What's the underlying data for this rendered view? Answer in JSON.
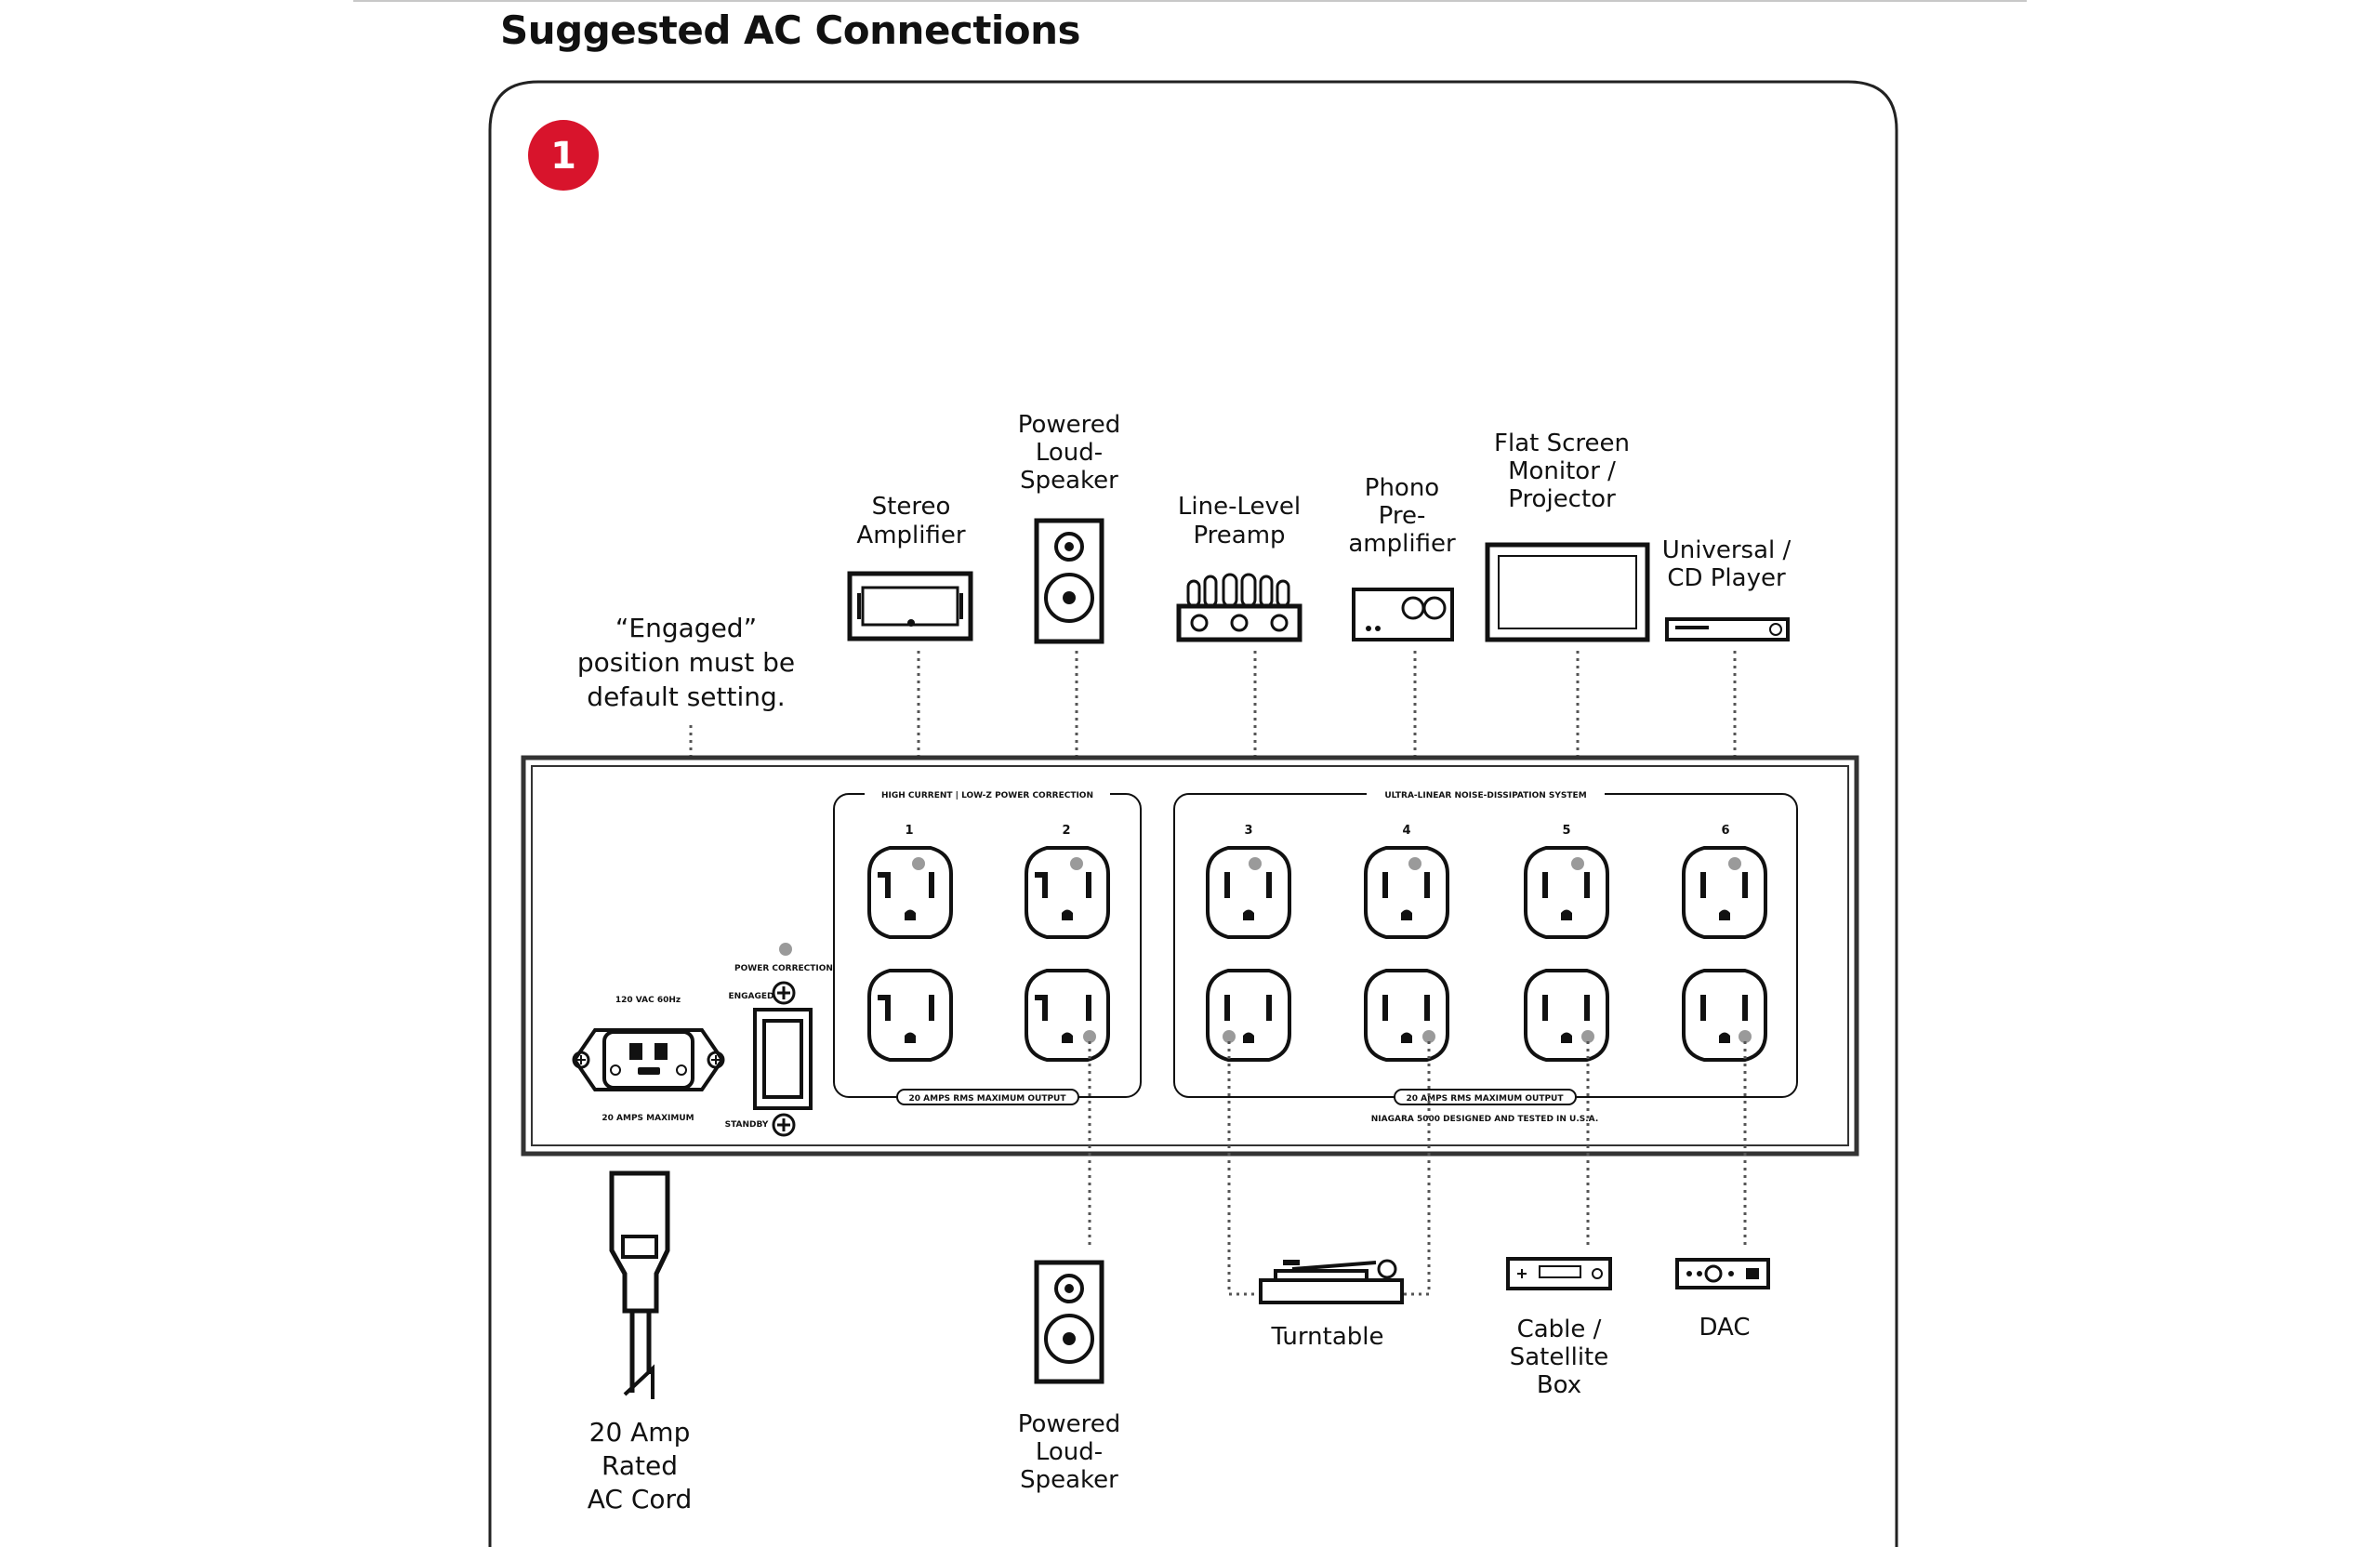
{
  "title": "Suggested AC Connections",
  "step_badge": "1",
  "colors": {
    "badge": "#d8142c",
    "ink": "#111111",
    "panel_border": "#333333",
    "connector_dot": "#9a9a9a"
  },
  "note": {
    "line1": "“Engaged”",
    "line2": "position must be",
    "line3": "default setting."
  },
  "devices_top": {
    "stereo_amplifier": [
      "Stereo",
      "Amplifier"
    ],
    "powered_speaker": [
      "Powered",
      "Loud-",
      "Speaker"
    ],
    "line_level_preamp": [
      "Line-Level",
      "Preamp"
    ],
    "phono_preamp": [
      "Phono",
      "Pre-",
      "amplifier"
    ],
    "flat_screen": [
      "Flat Screen",
      "Monitor /",
      "Projector"
    ],
    "cd_player": [
      "Universal /",
      "CD Player"
    ]
  },
  "devices_bottom": {
    "ac_cord": [
      "20 Amp",
      "Rated",
      "AC Cord"
    ],
    "powered_speaker": [
      "Powered",
      "Loud-",
      "Speaker"
    ],
    "turntable": "Turntable",
    "cable_box": [
      "Cable /",
      "Satellite",
      "Box"
    ],
    "dac": "DAC"
  },
  "panel": {
    "high_current_header": "HIGH CURRENT | LOW-Z POWER CORRECTION",
    "ultra_linear_header": "ULTRA-LINEAR NOISE-DISSIPATION SYSTEM",
    "outlet_numbers": [
      "1",
      "2",
      "3",
      "4",
      "5",
      "6"
    ],
    "output_left": "20 AMPS RMS MAXIMUM OUTPUT",
    "output_right": "20 AMPS RMS MAXIMUM OUTPUT",
    "designed": "NIAGARA 5000  DESIGNED AND TESTED IN U.S.A.",
    "inlet_rating": "120 VAC 60Hz",
    "inlet_max": "20 AMPS MAXIMUM",
    "power_correction": "POWER CORRECTION",
    "engaged": "ENGAGED",
    "standby": "STANDBY"
  }
}
